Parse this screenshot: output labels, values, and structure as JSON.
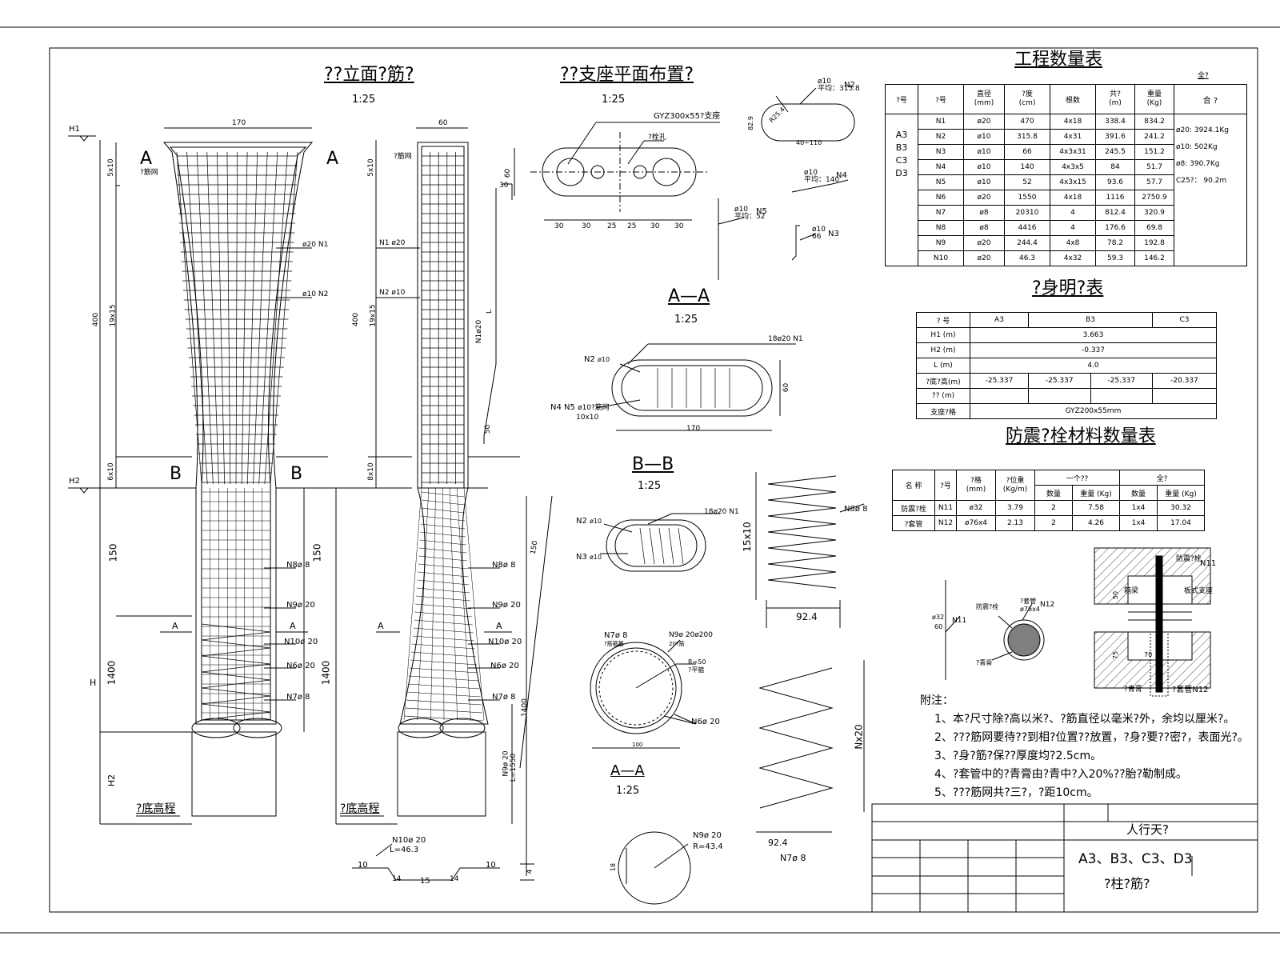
{
  "titles": {
    "elevation": "??立面?筋?",
    "elevation_scale": "1:25",
    "bearing": "??支座平面布置?",
    "bearing_scale": "1:25",
    "aa": "A—A",
    "aa_scale": "1:25",
    "bb": "B—B",
    "bb_scale": "1:25",
    "aa2": "A—A",
    "aa2_scale": "1:25",
    "qty": "工程数量表",
    "pier": "?身明?表",
    "quake": "防震?栓材料数量表"
  },
  "elev": {
    "h1": "H1",
    "h2": "H2",
    "h": "H",
    "w170": "170",
    "w60": "60",
    "d400": "400",
    "d19x15": "19x15",
    "d5x10": "5x10",
    "d6x10": "6x10",
    "d8x10": "8x10",
    "d150": "150",
    "d1400": "1400",
    "dH2": "H2",
    "secA": "A",
    "secB": "B",
    "mesh": "?筋网",
    "n1": "N1",
    "n2": "N2",
    "phi20": "ø20",
    "phi10": "ø10",
    "n8": "N8ø 8",
    "n9": "N9ø 20",
    "n10": "N10ø 20",
    "n6": "N6ø 20",
    "n7": "N7ø 8",
    "bottom": "?底高程",
    "nl": "N1ø20",
    "dl": "L",
    "d50": "50",
    "n9l": "N9ø 20",
    "l1550": "L=1550",
    "n10bend": "N10ø 20",
    "l463": "L=46.3",
    "b10": "10",
    "b14": "14",
    "b15": "15",
    "b4": "4",
    "d150b": "150"
  },
  "bearing": {
    "gyz": "GYZ300x55?支座",
    "hole": "?栓孔",
    "d60": "60",
    "d30": "30",
    "dims": [
      "30",
      "30",
      "25",
      "25",
      "30",
      "30"
    ],
    "n2": "N2",
    "n2txt": "ø10",
    "n2len": "平均：315.8",
    "r25": "R25.4",
    "d829": "82.9",
    "d40": "40~110",
    "n4": "N4",
    "n4txt": "ø10",
    "n4len": "平均：140",
    "n5": "N5",
    "n5txt": "ø10",
    "n5len": "平均：52",
    "n3": "N3",
    "n3txt": "ø10",
    "n3len": "66"
  },
  "aa": {
    "n1": "18ø20",
    "n1b": "N1",
    "n2": "N2",
    "n2b": "ø10",
    "n4": "N4 N5",
    "n4b": "ø10?筋网",
    "n4c": "10x10",
    "w": "170",
    "h": "60"
  },
  "bb": {
    "n1": "18ø20",
    "n1b": "N1",
    "n2": "N2",
    "n2b": "ø10",
    "n3": "N3",
    "n3b": "ø10"
  },
  "spiral": {
    "n8": "N8ø 8",
    "d15x10": "15x10",
    "d924": "92.4",
    "nx20": "Nx20",
    "d924b": "92.4",
    "n7": "N7ø 8"
  },
  "circ": {
    "n7": "N7ø 8",
    "n7b": "?筋箍筋",
    "n9": "N9ø 20ø200",
    "n9b": "20?筋",
    "r": "R=50",
    "rb": "?平箍",
    "n6": "N6ø 20",
    "d100": "100",
    "n9c": "N9ø 20",
    "r434": "R=43.4",
    "d18": "18"
  },
  "qty_table": {
    "headers": [
      "?号",
      "?号",
      "直径\n(mm)",
      "?度\n(cm)",
      "根数",
      "共?\n(m)",
      "重量\n(Kg)",
      "合 ?"
    ],
    "all": "全?",
    "piers": "A3\nB3\nC3\nD3",
    "rows": [
      [
        "N1",
        "ø20",
        "470",
        "4x18",
        "338.4",
        "834.2"
      ],
      [
        "N2",
        "ø10",
        "315.8",
        "4x31",
        "391.6",
        "241.2"
      ],
      [
        "N3",
        "ø10",
        "66",
        "4x3x31",
        "245.5",
        "151.2"
      ],
      [
        "N4",
        "ø10",
        "140",
        "4x3x5",
        "84",
        "51.7"
      ],
      [
        "N5",
        "ø10",
        "52",
        "4x3x15",
        "93.6",
        "57.7"
      ],
      [
        "N6",
        "ø20",
        "1550",
        "4x18",
        "1116",
        "2750.9"
      ],
      [
        "N7",
        "ø8",
        "20310",
        "4",
        "812.4",
        "320.9"
      ],
      [
        "N8",
        "ø8",
        "4416",
        "4",
        "176.6",
        "69.8"
      ],
      [
        "N9",
        "ø20",
        "244.4",
        "4x8",
        "78.2",
        "192.8"
      ],
      [
        "N10",
        "ø20",
        "46.3",
        "4x32",
        "59.3",
        "146.2"
      ]
    ],
    "totals": [
      "ø20:  3924.1Kg",
      "ø10:  502Kg",
      "ø8:  390.7Kg",
      "C25?：  90.2m"
    ]
  },
  "pier_table": {
    "headers": [
      "? 号",
      "A3",
      "B3",
      "C3"
    ],
    "rows": [
      [
        "H1 (m)",
        "3.663"
      ],
      [
        "H2 (m)",
        "-0.337"
      ],
      [
        "L (m)",
        "4.0"
      ]
    ],
    "bottom": [
      "?底?高(m)",
      "-25.337",
      "-25.337",
      "-25.337",
      "-20.337"
    ],
    "len": "?? (m)",
    "support": [
      "支座?格",
      "GYZ200x55mm"
    ]
  },
  "quake_table": {
    "h1": [
      "名  称",
      "?号",
      "?格\n(mm)",
      "?位重\n(Kg/m)",
      "一个??",
      "全?"
    ],
    "h2": [
      "数量",
      "重量 (Kg)",
      "数量",
      "重量 (Kg)"
    ],
    "rows": [
      [
        "防震?栓",
        "N11",
        "ø32",
        "3.79",
        "2",
        "7.58",
        "1x4",
        "30.32"
      ],
      [
        "?套管",
        "N12",
        "ø76x4",
        "2.13",
        "2",
        "4.26",
        "1x4",
        "17.04"
      ]
    ]
  },
  "detail": {
    "rod": "ø32",
    "rod2": "60",
    "n11": "N11",
    "bolt": "防震?栓",
    "sleeve": "?套管",
    "sleeve2": "ø76x4",
    "n12": "N12",
    "asph": "?青膏",
    "bolt2": "防震?栓",
    "n11b": "N11",
    "beam": "箱梁",
    "bear": "板式支座",
    "d70": "70",
    "n12b": "?套管N12",
    "asph2": "?青膏",
    "d50": "50",
    "d75": "75"
  },
  "notes": {
    "head": "附注：",
    "items": [
      "1、本?尺寸除?高以米?、?筋直径以毫米?外，余均以厘米?。",
      "2、???筋网要待??到相?位置??放置，?身?要??密?，表面光?。",
      "3、?身?筋?保??厚度均?2.5cm。",
      "4、?套管中的?青膏由?青中?入20%??胎?勒制成。",
      "5、???筋网共?三?，?距10cm。"
    ]
  },
  "title_block": {
    "project": "人行天?",
    "piers": "A3、B3、C3、D3",
    "name": "?柱?筋?"
  }
}
